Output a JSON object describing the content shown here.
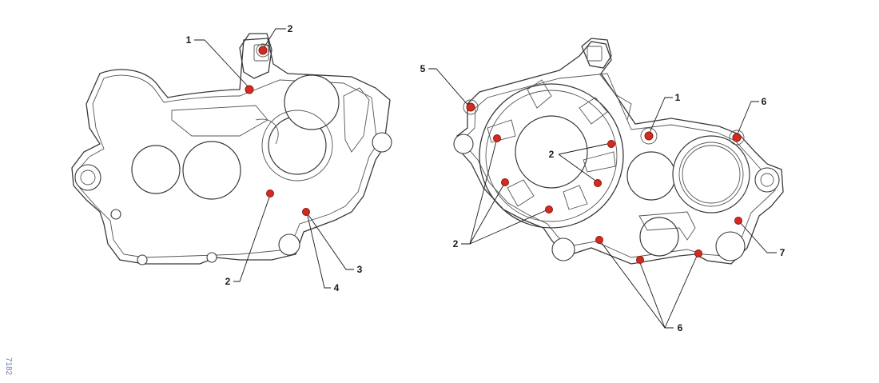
{
  "colors": {
    "marker": "#d42a1f",
    "marker_ring": "#8a1a12",
    "line": "#3a3a3a",
    "ref_code": "#6a7fa8"
  },
  "diagram": {
    "reference_code": "7182",
    "left_view": {
      "callouts": [
        "1",
        "2",
        "2",
        "3",
        "4"
      ]
    },
    "right_view": {
      "callouts": [
        "5",
        "1",
        "6",
        "2",
        "2",
        "7",
        "6"
      ]
    }
  }
}
